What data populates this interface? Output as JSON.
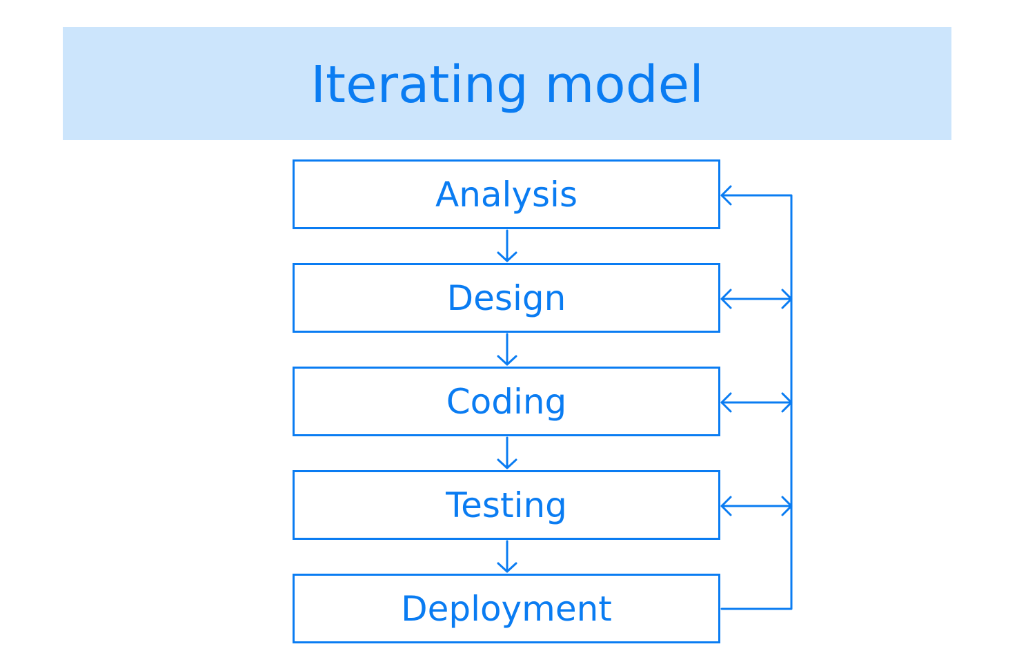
{
  "title": "Iterating model",
  "steps": [
    {
      "label": "Analysis"
    },
    {
      "label": "Design"
    },
    {
      "label": "Coding"
    },
    {
      "label": "Testing"
    },
    {
      "label": "Deployment"
    }
  ],
  "colors": {
    "accent": "#0a7cf2",
    "title_band": "#cce5fc",
    "background": "#ffffff"
  }
}
